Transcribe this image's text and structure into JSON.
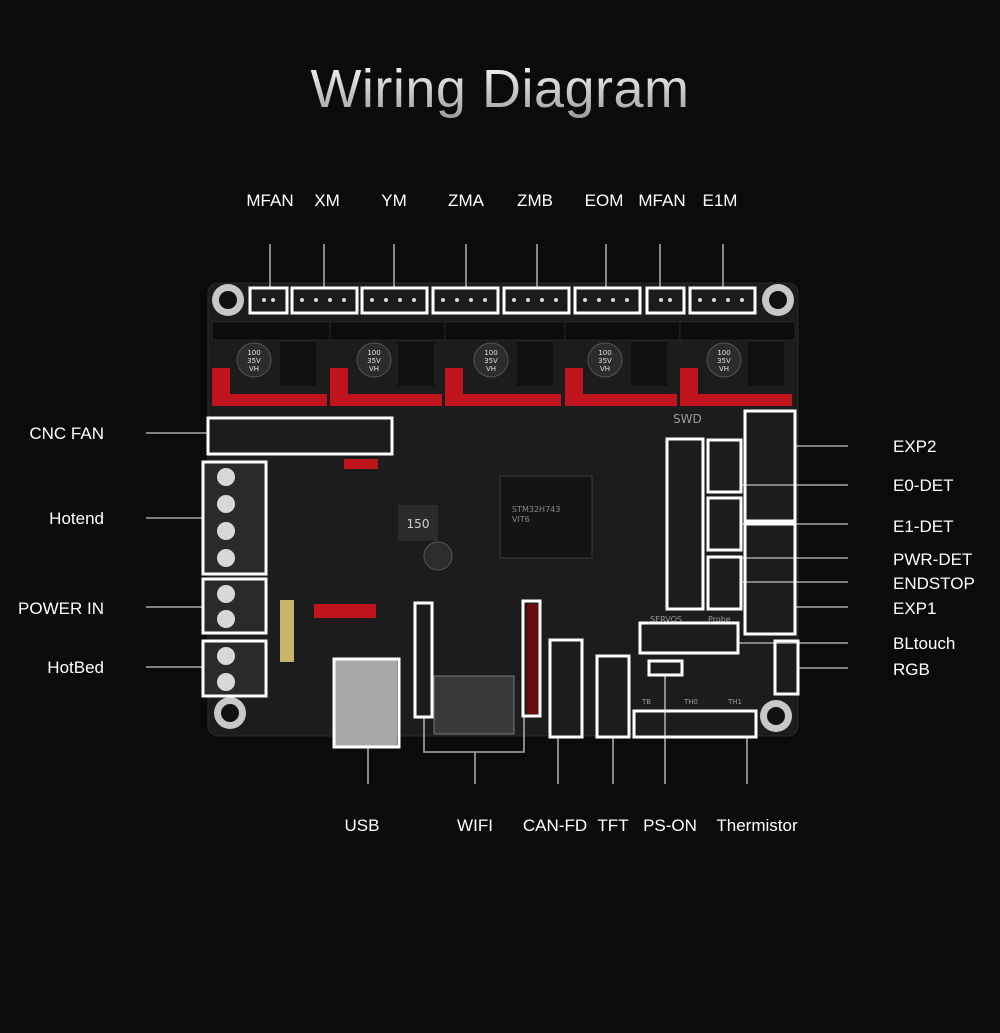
{
  "title": "Wiring Diagram",
  "top_labels": [
    "MFAN",
    "XM",
    "YM",
    "ZMA",
    "ZMB",
    "EOM",
    "MFAN",
    "E1M"
  ],
  "left_labels": [
    "CNC FAN",
    "Hotend",
    "POWER IN",
    "HotBed"
  ],
  "right_labels": [
    "EXP2",
    "E0-DET",
    "E1-DET",
    "PWR-DET",
    "ENDSTOP",
    "EXP1",
    "BLtouch",
    "RGB"
  ],
  "bottom_labels": [
    "USB",
    "WIFI",
    "CAN-FD",
    "TFT",
    "PS-ON",
    "Thermistor"
  ],
  "board_marks": {
    "cap": [
      "100",
      "35V",
      "VH"
    ],
    "swd": "SWD",
    "servos": "SERVOS",
    "probe": "Probe",
    "th": [
      "TB",
      "TH0",
      "TH1"
    ],
    "ic": "150",
    "mcu": [
      "STM32H743",
      "VIT6"
    ]
  },
  "colors": {
    "background": "#0b0b0d",
    "board": "#1c1c1e",
    "header_red": "#c0141c",
    "highlight_box": "#ffffff",
    "leader_line": "#a8a8a8"
  }
}
